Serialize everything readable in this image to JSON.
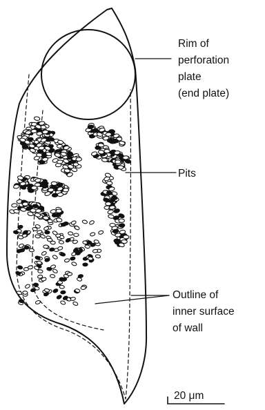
{
  "labels": {
    "rim": [
      "Rim of",
      "perforation",
      "plate",
      "(end plate)"
    ],
    "pits": "Pits",
    "outline": [
      "Outline of",
      "inner surface",
      "of wall"
    ]
  },
  "scale_bar": {
    "text": "20 μm"
  }
}
